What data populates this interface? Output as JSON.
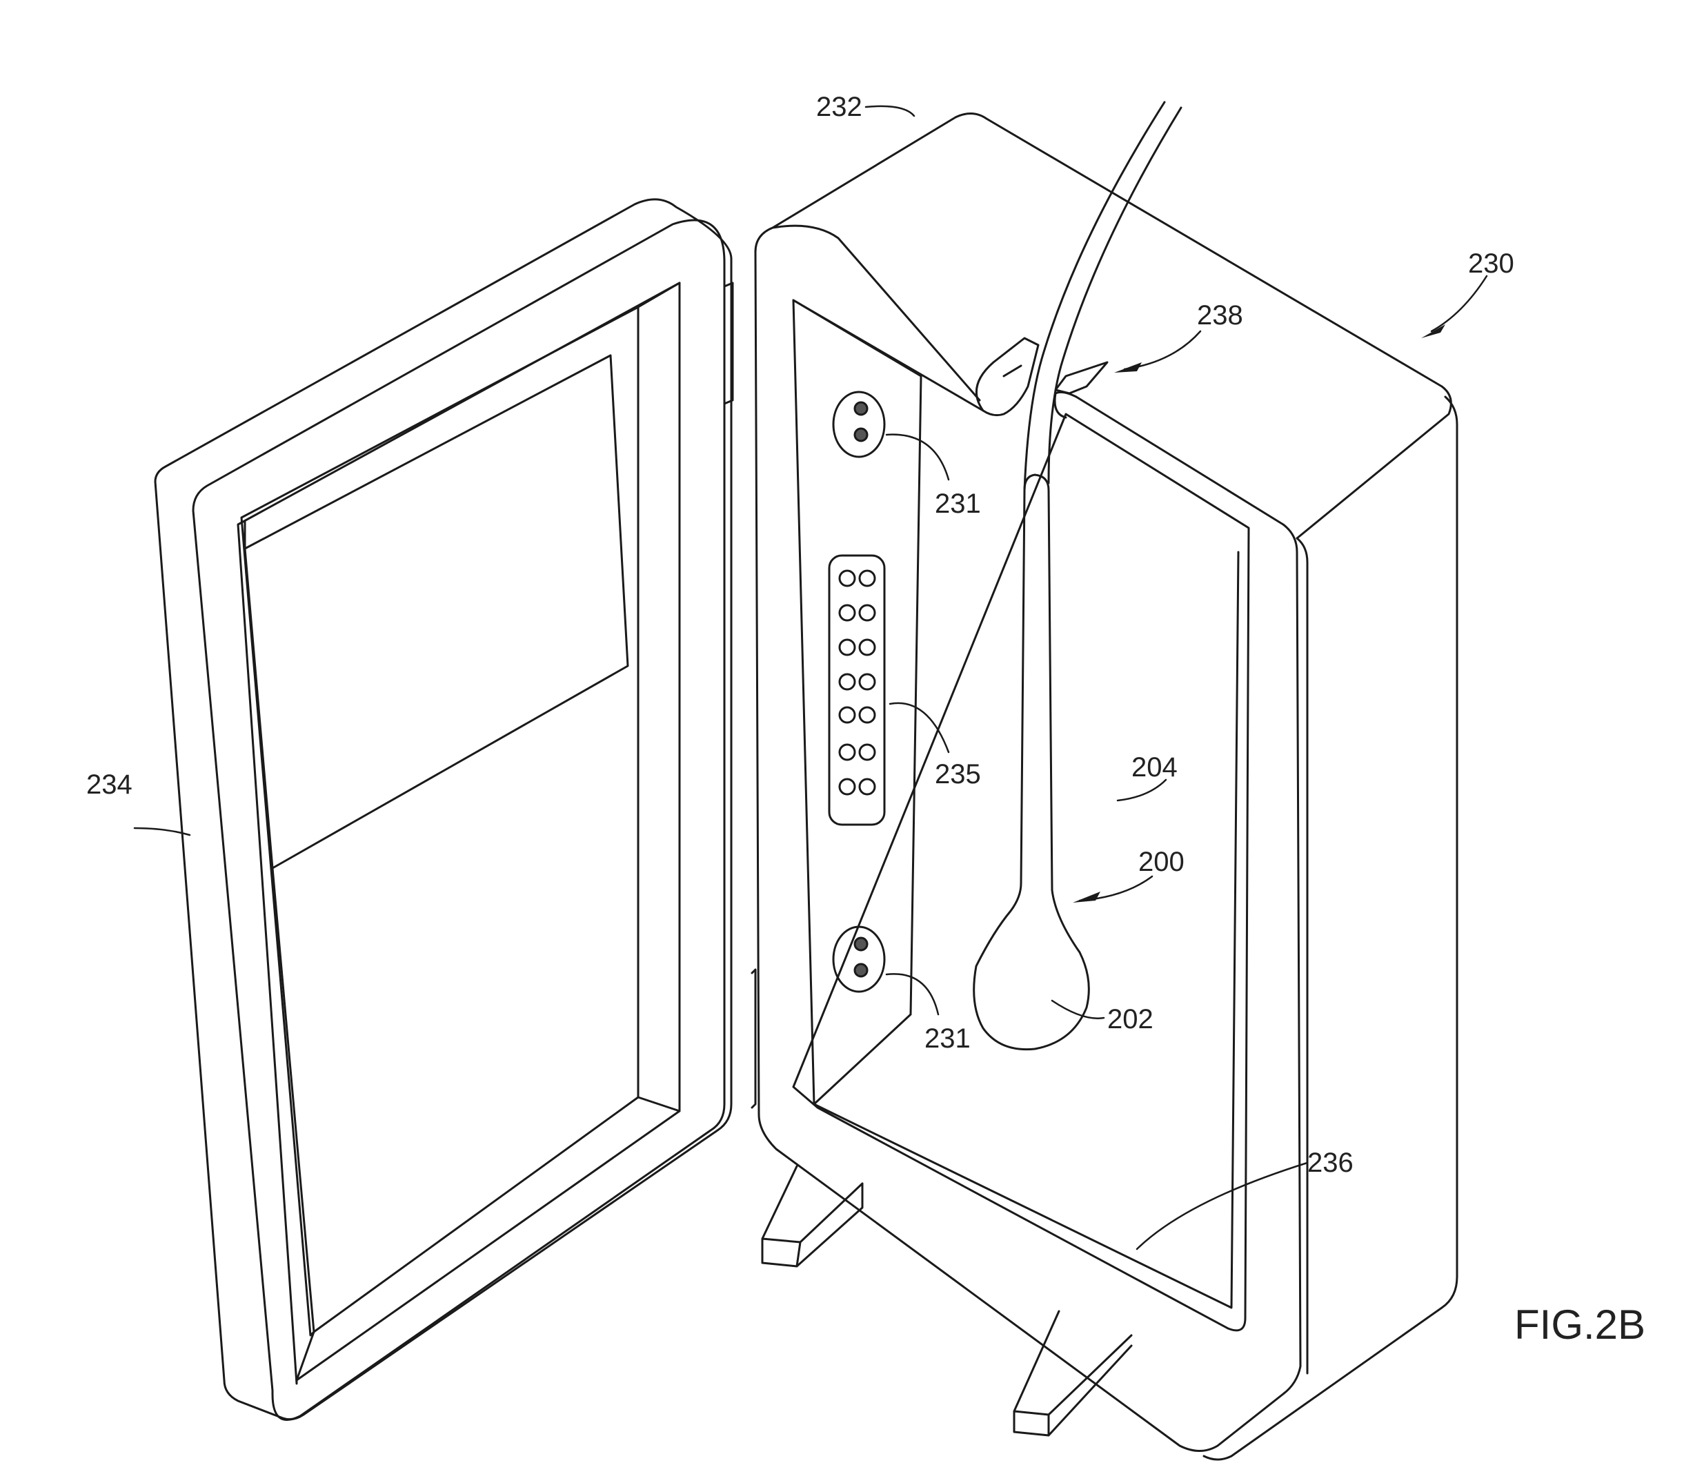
{
  "figure": {
    "caption": "FIG.2B",
    "line_color": "#1a1a1a",
    "background": "#ffffff"
  },
  "references": {
    "r232": "232",
    "r230": "230",
    "r238": "238",
    "r231_top": "231",
    "r231_bottom": "231",
    "r235": "235",
    "r204": "204",
    "r200": "200",
    "r202": "202",
    "r234": "234",
    "r236": "236"
  },
  "parts": {
    "case_body": "case-body",
    "door": "door",
    "probe": "probe",
    "connector_panel": "connector-panel",
    "legs": "support-legs"
  }
}
